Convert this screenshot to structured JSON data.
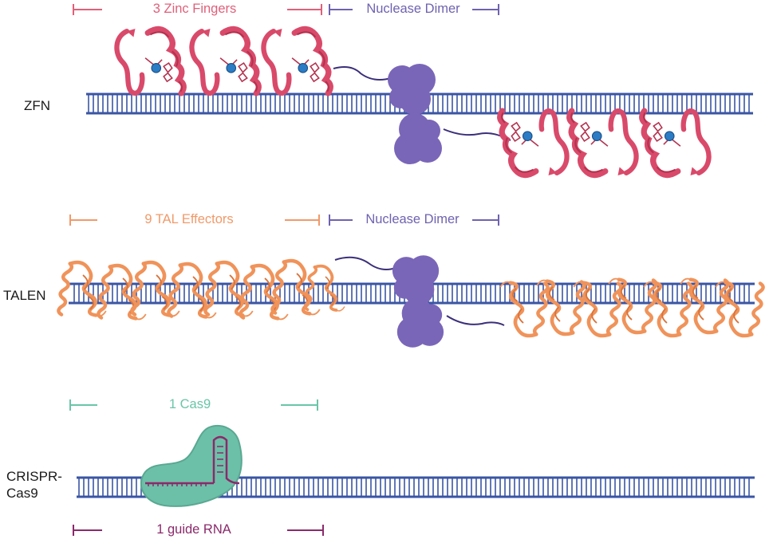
{
  "colors": {
    "dna": "#3a55a4",
    "zinc_finger": "#d94a6a",
    "zinc_finger_dark": "#b3324f",
    "zinc_ion": "#2b7cc4",
    "nuclease": "#7a66b8",
    "nuclease_dark": "#5c4a9a",
    "tal": "#f0935a",
    "tal_dark": "#d9733a",
    "cas9": "#6dc0a8",
    "guide_rna": "#8a2a6b",
    "label_zfn": "#e0607a",
    "label_nuclease": "#6f62b0",
    "label_tal": "#f09a6a",
    "label_cas9": "#6ac5a8",
    "label_rna": "#8a2a6b"
  },
  "rows": {
    "zfn": {
      "name": "ZFN"
    },
    "talen": {
      "name": "TALEN"
    },
    "crispr": {
      "name_line1": "CRISPR-",
      "name_line2": "Cas9"
    }
  },
  "brackets": {
    "zinc_fingers": "3 Zinc Fingers",
    "nuclease_dimer_zfn": "Nuclease Dimer",
    "tal_effectors": "9 TAL Effectors",
    "nuclease_dimer_talen": "Nuclease Dimer",
    "cas9": "1 Cas9",
    "guide_rna": "1 guide RNA"
  },
  "icons": [
    "zinc-finger-icon",
    "nuclease-icon",
    "tal-effector-icon",
    "cas9-icon",
    "guide-rna-icon",
    "dna-helix-icon"
  ]
}
